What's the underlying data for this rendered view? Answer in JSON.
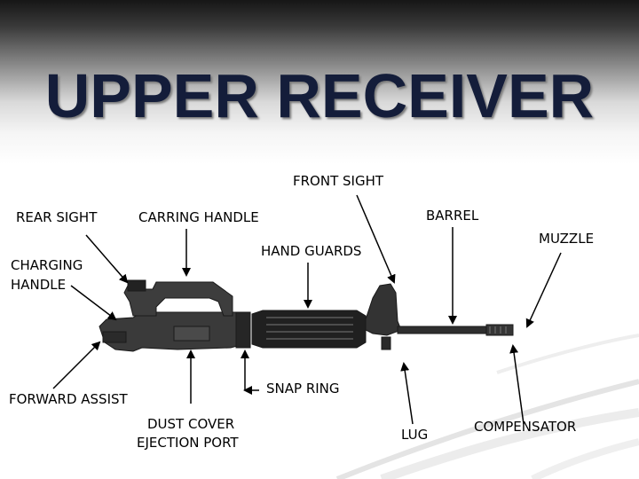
{
  "title": "UPPER RECEIVER",
  "colors": {
    "title": "#141d3a",
    "text": "#000000",
    "rifle": "#2a2a2a"
  },
  "labels": {
    "front_sight": "FRONT SIGHT",
    "rear_sight": "REAR SIGHT",
    "carring_handle": "CARRING HANDLE",
    "barrel": "BARREL",
    "muzzle": "MUZZLE",
    "hand_guards": "HAND GUARDS",
    "charging_handle_line1": "CHARGING",
    "charging_handle_line2": "HANDLE",
    "snap_ring": "SNAP RING",
    "forward_assist": "FORWARD ASSIST",
    "dust_cover_line1": "DUST COVER",
    "dust_cover_line2": "EJECTION PORT",
    "lug": "LUG",
    "compensator": "COMPENSATOR"
  }
}
